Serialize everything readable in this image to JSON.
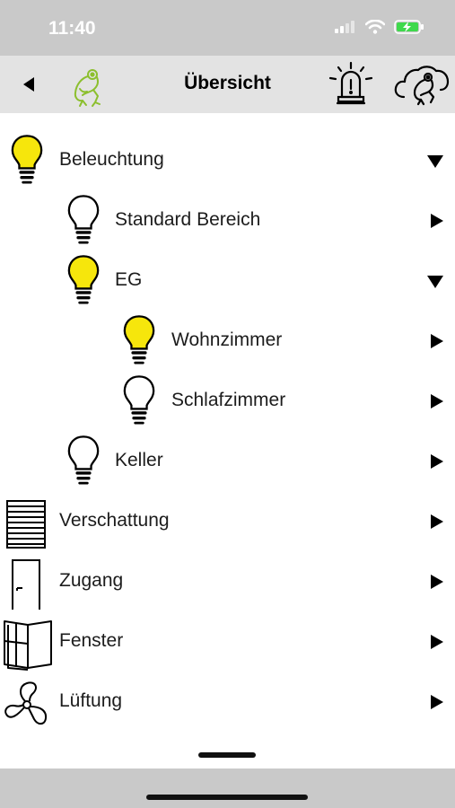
{
  "status_bar": {
    "time": "11:40"
  },
  "nav": {
    "title": "Übersicht",
    "logo_icon": "frog-logo-icon",
    "alarm_icon": "alarm-light-icon",
    "cloud_icon": "cloud-frog-icon"
  },
  "colors": {
    "bulb_on": "#f6e60c",
    "bulb_off": "#ffffff",
    "logo_green": "#8cbf2e",
    "bar_gray": "#c9c9c9",
    "nav_gray": "#e3e3e3"
  },
  "tree": {
    "beleuchtung": {
      "label": "Beleuchtung",
      "icon": "bulb-on-icon",
      "expanded": true
    },
    "standard_bereich": {
      "label": "Standard Bereich",
      "icon": "bulb-off-icon",
      "expanded": false
    },
    "eg": {
      "label": "EG",
      "icon": "bulb-on-icon",
      "expanded": true
    },
    "wohnzimmer": {
      "label": "Wohnzimmer",
      "icon": "bulb-on-icon",
      "expanded": false
    },
    "schlafzimmer": {
      "label": "Schlafzimmer",
      "icon": "bulb-off-icon",
      "expanded": false
    },
    "keller": {
      "label": "Keller",
      "icon": "bulb-off-icon",
      "expanded": false
    },
    "verschattung": {
      "label": "Verschattung",
      "icon": "shutter-icon",
      "expanded": false
    },
    "zugang": {
      "label": "Zugang",
      "icon": "door-icon",
      "expanded": false
    },
    "fenster": {
      "label": "Fenster",
      "icon": "window-icon",
      "expanded": false
    },
    "lueftung": {
      "label": "Lüftung",
      "icon": "fan-icon",
      "expanded": false
    }
  }
}
